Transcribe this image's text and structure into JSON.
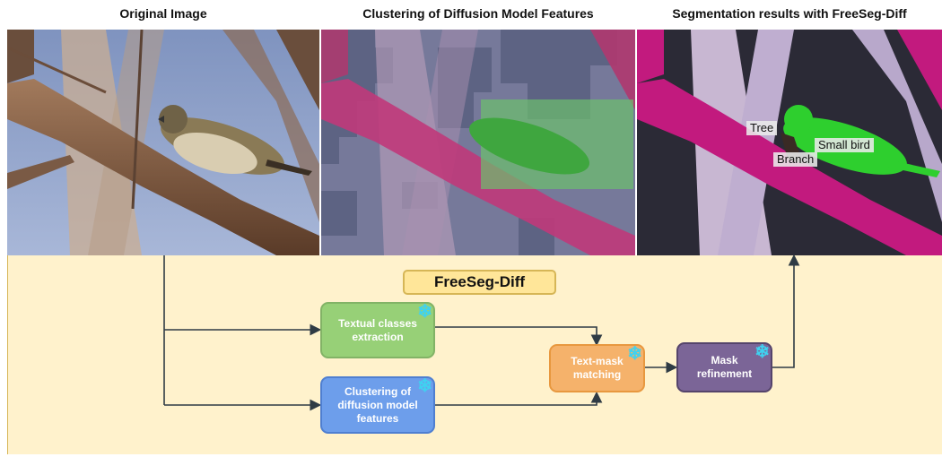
{
  "panels": {
    "original": "Original Image",
    "clustering": "Clustering of Diffusion Model Features",
    "segmentation": "Segmentation results with FreeSeg-Diff"
  },
  "labels": {
    "tree": "Tree",
    "small_bird": "Small bird",
    "branch": "Branch"
  },
  "pipeline": {
    "title": "FreeSeg-Diff",
    "textual": "Textual classes extraction",
    "clustering": "Clustering of diffusion model features",
    "matching": "Text-mask matching",
    "refinement": "Mask refinement"
  },
  "colors": {
    "textual": "#97d077",
    "clustering": "#6d9eeb",
    "matching": "#f5b26b",
    "refinement": "#7b6597",
    "panel_bg": "#fff2cc",
    "title_bg": "#ffe699"
  },
  "icons": {
    "frozen": "snowflake-icon"
  }
}
